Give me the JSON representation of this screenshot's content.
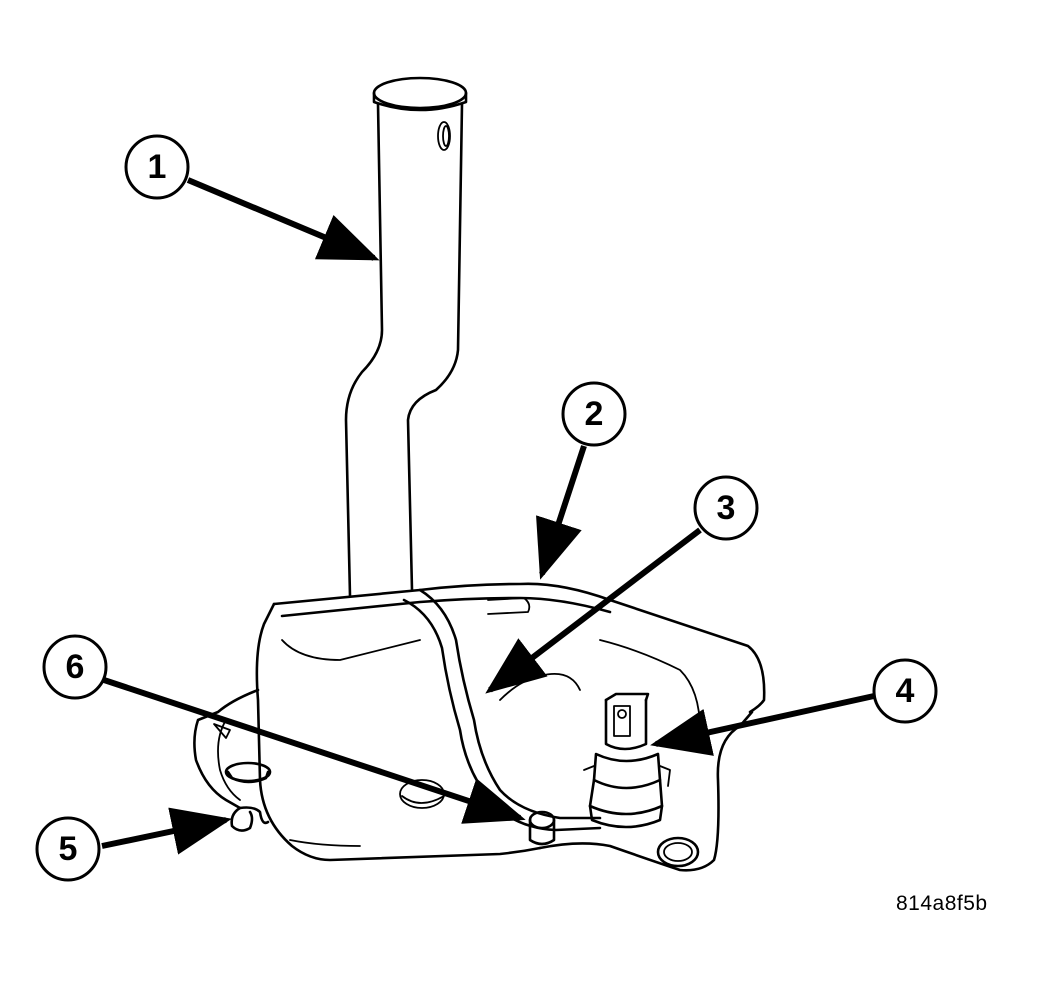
{
  "figure": {
    "reference_code": "814a8f5b",
    "ink_color": "#000000",
    "background_color": "#ffffff"
  },
  "callouts": [
    {
      "label": "1",
      "points_to": "filler neck"
    },
    {
      "label": "2",
      "points_to": "reservoir top"
    },
    {
      "label": "3",
      "points_to": "hose channel"
    },
    {
      "label": "4",
      "points_to": "pump motor"
    },
    {
      "label": "5",
      "points_to": "mounting tab"
    },
    {
      "label": "6",
      "points_to": "hose fitting"
    }
  ]
}
